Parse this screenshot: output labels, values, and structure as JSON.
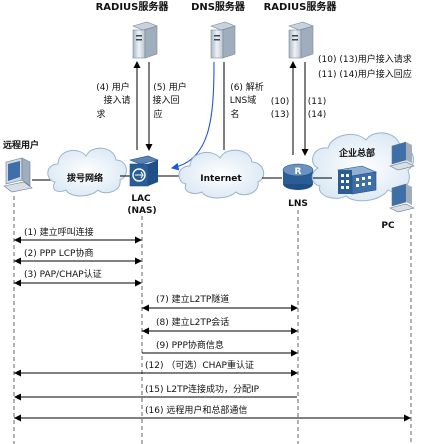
{
  "servers": {
    "radius_left": "RADIUS服务器",
    "dns": "DNS服务器",
    "radius_right": "RADIUS服务器"
  },
  "nodes": {
    "remote_user": "远程用户",
    "dialup_network": "拨号网络",
    "lac": "LAC",
    "lac_sub": "(NAS)",
    "internet": "Internet",
    "lns": "LNS",
    "hq": "企业总部",
    "pc": "PC"
  },
  "annotations": {
    "a4": [
      "(4) 用户",
      "接入请",
      "求"
    ],
    "a5": [
      "(5) 用户",
      "接入回",
      "应"
    ],
    "a6": [
      "(6) 解析",
      "LNS域",
      "名"
    ],
    "a10": [
      "(10)",
      "(13)"
    ],
    "a11": [
      "(11)",
      "(14)"
    ],
    "right_req": "(10) (13)用户接入请求",
    "right_resp": "(11) (14)用户接入回应"
  },
  "steps": [
    "(1) 建立呼叫连接",
    "(2) PPP LCP协商",
    "(3) PAP/CHAP认证",
    "(7) 建立L2TP隧道",
    "(8) 建立L2TP会话",
    "(9) PPP协商信息",
    "(12) （可选）CHAP重认证",
    "(15) L2TP连接成功，分配IP",
    "(16) 远程用户和总部通信"
  ],
  "colors": {
    "server": "#d6dde6",
    "cloud": "#e9f1f8",
    "device": "#1f4f86",
    "arrow": "#000000",
    "dns_arrow": "#2255dd",
    "dashed": "#666666"
  }
}
